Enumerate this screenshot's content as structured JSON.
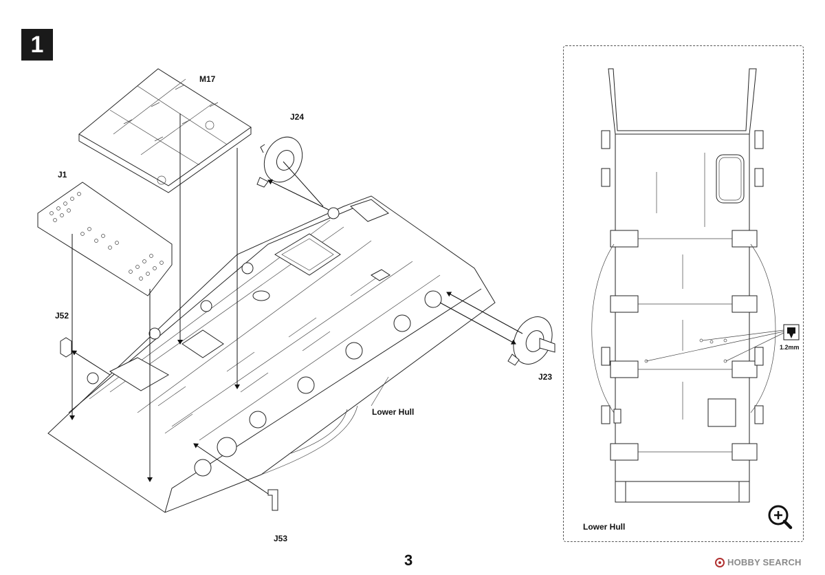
{
  "step": {
    "number": "1"
  },
  "parts": {
    "m17": "M17",
    "j24": "J24",
    "j1": "J1",
    "j52": "J52",
    "j23": "J23",
    "j53": "J53",
    "lower_hull": "Lower Hull"
  },
  "inset": {
    "label": "Lower Hull",
    "drill_size": "1.2mm",
    "zoom_icon": "zoom-in-icon",
    "drill_icon": "drill-icon"
  },
  "footer": {
    "page_number": "3",
    "watermark": "HOBBY SEARCH"
  }
}
